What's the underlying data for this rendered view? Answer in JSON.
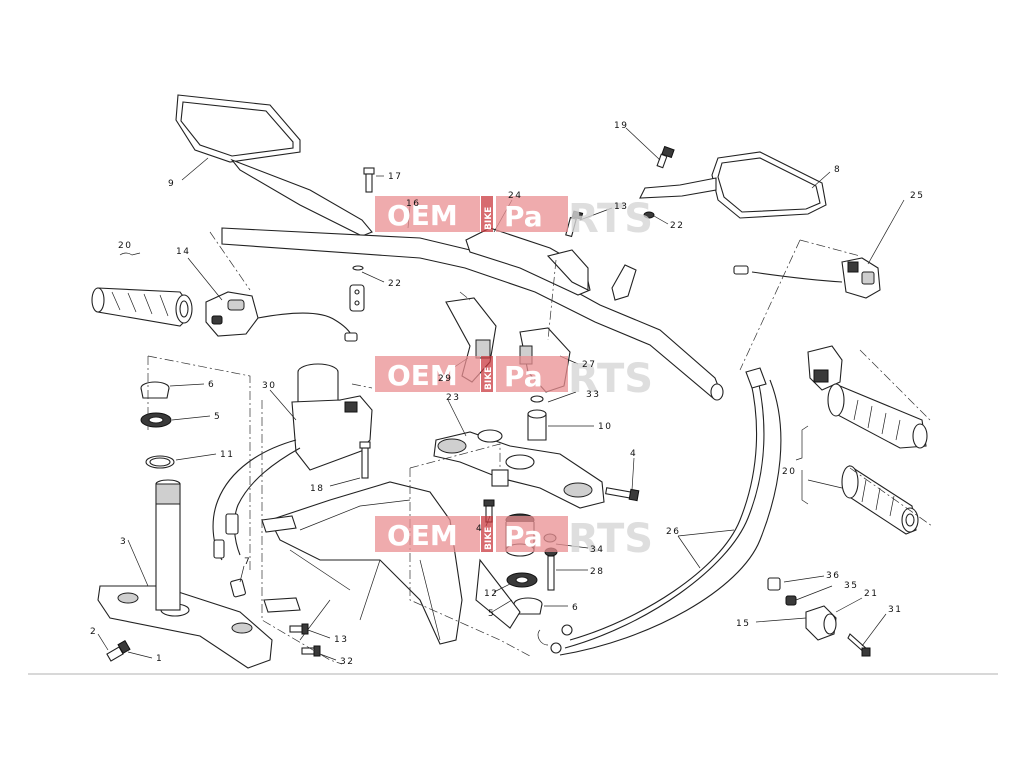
{
  "watermark": {
    "oem": "OEM",
    "bike": "BIKE",
    "pa": "Pa",
    "rts": "RTS"
  },
  "labels": {
    "l1": "1",
    "l2": "2",
    "l3": "3",
    "l4a": "4",
    "l4b": "4",
    "l5a": "5",
    "l5b": "5",
    "l6a": "6",
    "l6b": "6",
    "l7": "7",
    "l8": "8",
    "l9": "9",
    "l10": "10",
    "l11": "11",
    "l12": "12",
    "l13a": "13",
    "l13b": "13",
    "l14": "14",
    "l15": "15",
    "l16": "16",
    "l17": "17",
    "l18": "18",
    "l19": "19",
    "l20a": "20",
    "l20b": "20",
    "l21": "21",
    "l22a": "22",
    "l22b": "22",
    "l23": "23",
    "l24": "24",
    "l25": "25",
    "l26": "26",
    "l27": "27",
    "l28": "28",
    "l29": "29",
    "l30": "30",
    "l31": "31",
    "l32": "32",
    "l33": "33",
    "l34": "34",
    "l35": "35",
    "l36": "36"
  },
  "colors": {
    "watermark": "#e98f92",
    "line": "#222222",
    "background": "#ffffff"
  }
}
